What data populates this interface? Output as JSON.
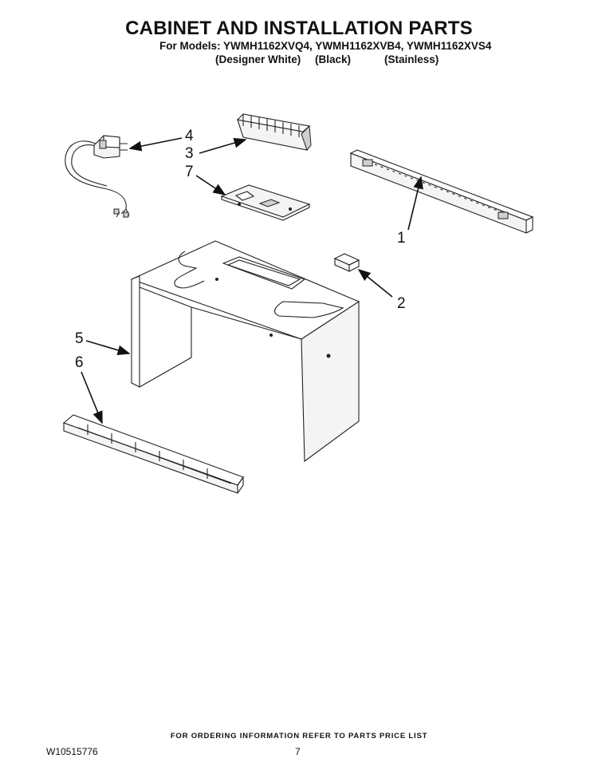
{
  "header": {
    "title": "CABINET AND INSTALLATION PARTS",
    "models_line": "For Models: YWMH1162XVQ4, YWMH1162XVB4, YWMH1162XVS4",
    "variants": [
      "(Designer White)",
      "(Black)",
      "(Stainless)"
    ]
  },
  "callouts": [
    "4",
    "3",
    "7",
    "1",
    "2",
    "5",
    "6"
  ],
  "footer": {
    "note": "FOR ORDERING INFORMATION REFER TO PARTS PRICE LIST",
    "doc_number": "W10515776",
    "page_number": "7"
  }
}
